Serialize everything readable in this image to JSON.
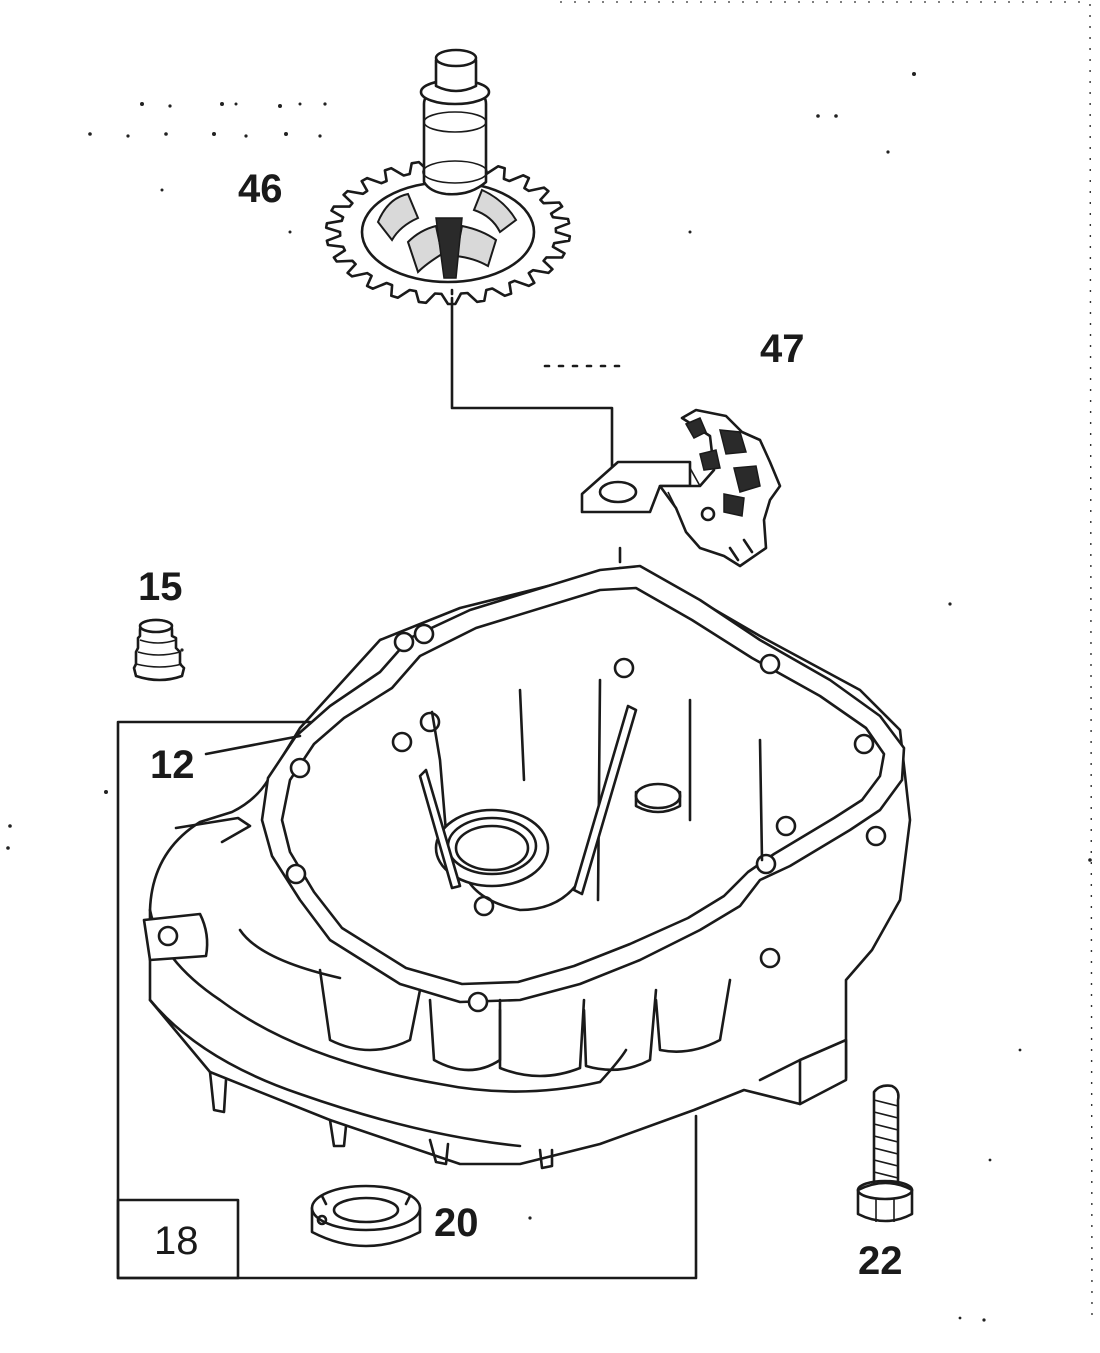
{
  "parts": {
    "p46": "46",
    "p47": "47",
    "p15": "15",
    "p12": "12",
    "p18": "18",
    "p20": "20",
    "p22": "22"
  },
  "colors": {
    "ink": "#1a1a1a",
    "background": "#ffffff"
  }
}
